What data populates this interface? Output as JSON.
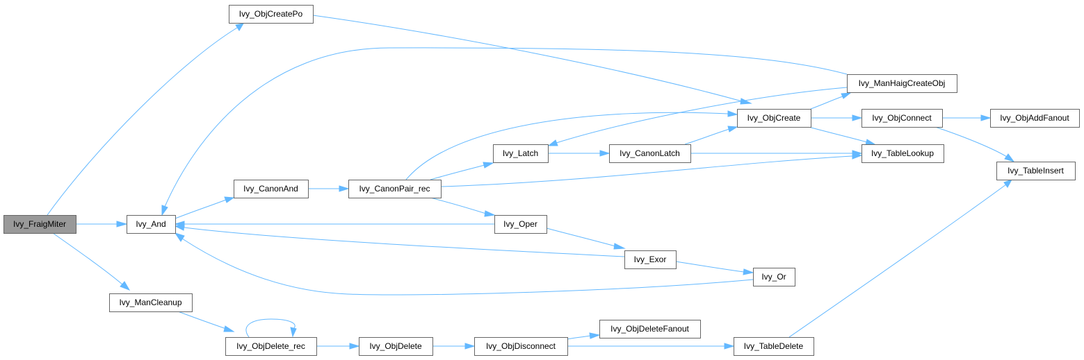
{
  "diagram": {
    "type": "call-graph",
    "colors": {
      "edge": "#63b8ff",
      "node_border": "#666666",
      "node_fill": "#ffffff",
      "root_fill": "#999999"
    },
    "root": "Ivy_FraigMiter",
    "nodes": [
      {
        "id": "fraigmiter",
        "label": "Ivy_FraigMiter"
      },
      {
        "id": "objcreatepo",
        "label": "Ivy_ObjCreatePo"
      },
      {
        "id": "and",
        "label": "Ivy_And"
      },
      {
        "id": "mancleanup",
        "label": "Ivy_ManCleanup"
      },
      {
        "id": "canonand",
        "label": "Ivy_CanonAnd"
      },
      {
        "id": "canonpairrec",
        "label": "Ivy_CanonPair_rec"
      },
      {
        "id": "latch",
        "label": "Ivy_Latch"
      },
      {
        "id": "canonlatch",
        "label": "Ivy_CanonLatch"
      },
      {
        "id": "objcreate",
        "label": "Ivy_ObjCreate"
      },
      {
        "id": "manhaigcreateobj",
        "label": "Ivy_ManHaigCreateObj"
      },
      {
        "id": "objconnect",
        "label": "Ivy_ObjConnect"
      },
      {
        "id": "objaddfanout",
        "label": "Ivy_ObjAddFanout"
      },
      {
        "id": "tablelookup",
        "label": "Ivy_TableLookup"
      },
      {
        "id": "tableinsert",
        "label": "Ivy_TableInsert"
      },
      {
        "id": "oper",
        "label": "Ivy_Oper"
      },
      {
        "id": "exor",
        "label": "Ivy_Exor"
      },
      {
        "id": "or",
        "label": "Ivy_Or"
      },
      {
        "id": "objdeleterec",
        "label": "Ivy_ObjDelete_rec"
      },
      {
        "id": "objdelete",
        "label": "Ivy_ObjDelete"
      },
      {
        "id": "objdisconnect",
        "label": "Ivy_ObjDisconnect"
      },
      {
        "id": "objdeletefanout",
        "label": "Ivy_ObjDeleteFanout"
      },
      {
        "id": "tabledelete",
        "label": "Ivy_TableDelete"
      }
    ],
    "edges": [
      {
        "from": "fraigmiter",
        "to": "objcreatepo"
      },
      {
        "from": "fraigmiter",
        "to": "and"
      },
      {
        "from": "fraigmiter",
        "to": "mancleanup"
      },
      {
        "from": "objcreatepo",
        "to": "objcreate"
      },
      {
        "from": "and",
        "to": "canonand"
      },
      {
        "from": "canonand",
        "to": "canonpairrec"
      },
      {
        "from": "canonpairrec",
        "to": "latch"
      },
      {
        "from": "canonpairrec",
        "to": "objcreate"
      },
      {
        "from": "canonpairrec",
        "to": "tablelookup"
      },
      {
        "from": "canonpairrec",
        "to": "oper"
      },
      {
        "from": "latch",
        "to": "canonlatch"
      },
      {
        "from": "canonlatch",
        "to": "objcreate"
      },
      {
        "from": "canonlatch",
        "to": "tablelookup"
      },
      {
        "from": "objcreate",
        "to": "manhaigcreateobj"
      },
      {
        "from": "objcreate",
        "to": "objconnect"
      },
      {
        "from": "objcreate",
        "to": "tablelookup"
      },
      {
        "from": "manhaigcreateobj",
        "to": "and"
      },
      {
        "from": "manhaigcreateobj",
        "to": "latch"
      },
      {
        "from": "objconnect",
        "to": "objaddfanout"
      },
      {
        "from": "objconnect",
        "to": "tableinsert"
      },
      {
        "from": "oper",
        "to": "and"
      },
      {
        "from": "oper",
        "to": "exor"
      },
      {
        "from": "exor",
        "to": "and"
      },
      {
        "from": "exor",
        "to": "or"
      },
      {
        "from": "or",
        "to": "and"
      },
      {
        "from": "mancleanup",
        "to": "objdeleterec"
      },
      {
        "from": "objdeleterec",
        "to": "objdeleterec"
      },
      {
        "from": "objdeleterec",
        "to": "objdelete"
      },
      {
        "from": "objdelete",
        "to": "objdisconnect"
      },
      {
        "from": "objdisconnect",
        "to": "objdeletefanout"
      },
      {
        "from": "objdisconnect",
        "to": "tabledelete"
      },
      {
        "from": "tabledelete",
        "to": "tableinsert"
      }
    ]
  }
}
